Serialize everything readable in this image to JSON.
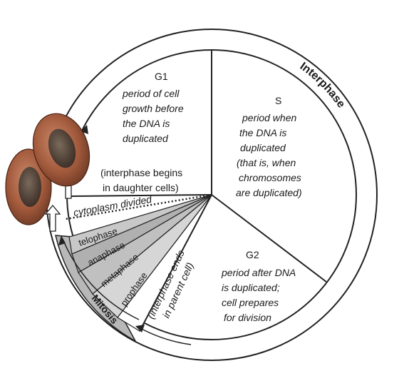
{
  "cycle": {
    "interphase_label": "Interphase",
    "mitosis_label": "Mitosis",
    "g1": {
      "title": "G1",
      "description": [
        "period of cell",
        "growth before",
        "the DNA is",
        "duplicated"
      ],
      "note": [
        "(interphase begins",
        "in daughter cells)"
      ]
    },
    "s": {
      "title": "S",
      "description": [
        "period when",
        "the DNA is",
        "duplicated",
        "(that is, when",
        "chromosomes",
        "are duplicated)"
      ]
    },
    "g2": {
      "title": "G2",
      "description": [
        "period after DNA",
        "is duplicated;",
        "cell prepares",
        "for division"
      ]
    },
    "mitosis_phases": {
      "cytoplasm": "cytoplasm divided",
      "telophase": "telophase",
      "anaphase": "anaphase",
      "metaphase": "metaphase",
      "prophase": "prophase",
      "interphase_ends": [
        "(interphase ends",
        "in parent cell)"
      ]
    }
  },
  "colors": {
    "outline": "#222222",
    "ring_fill": "#ffffff",
    "mitosis_band": "#b8b8b8",
    "mitosis_band_light": "#d6d6d6",
    "cell_body": "#a35a3c",
    "cell_nucleus": "#5e4a3e"
  }
}
